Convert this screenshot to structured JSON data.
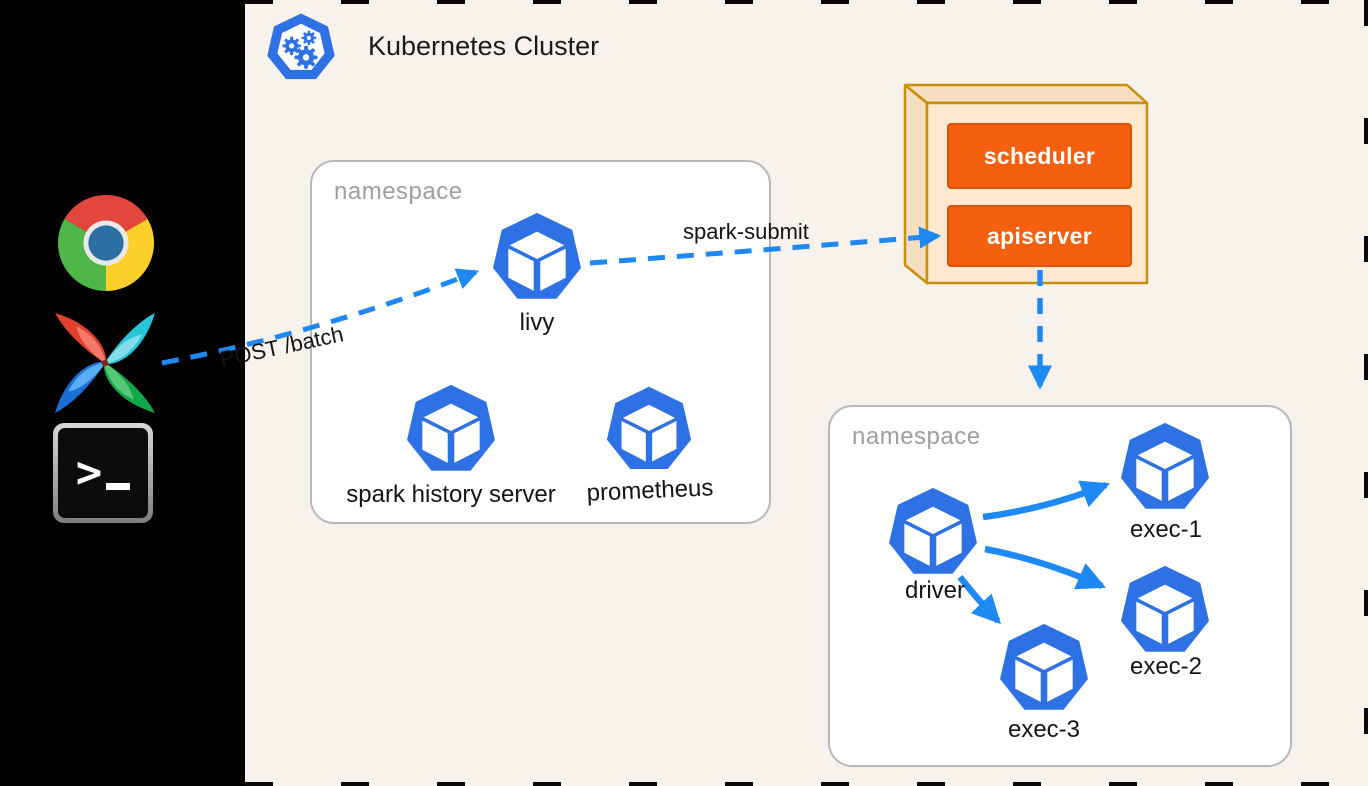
{
  "header": {
    "title": "Kubernetes Cluster",
    "icon": "kubernetes-logo"
  },
  "clients": [
    {
      "icon": "chrome-icon"
    },
    {
      "icon": "airflow-icon"
    },
    {
      "icon": "terminal-icon",
      "prompt": ">"
    }
  ],
  "namespaces": [
    {
      "label": "namespace",
      "pods": [
        {
          "label": "livy",
          "icon": "k8s-pod-icon"
        },
        {
          "label": "spark history server",
          "icon": "k8s-pod-icon"
        },
        {
          "label": "prometheus",
          "icon": "k8s-pod-icon"
        }
      ]
    },
    {
      "label": "namespace",
      "pods": [
        {
          "label": "driver",
          "icon": "k8s-pod-icon"
        },
        {
          "label": "exec-1",
          "icon": "k8s-pod-icon"
        },
        {
          "label": "exec-2",
          "icon": "k8s-pod-icon"
        },
        {
          "label": "exec-3",
          "icon": "k8s-pod-icon"
        }
      ]
    }
  ],
  "control_plane": {
    "components": [
      {
        "label": "scheduler"
      },
      {
        "label": "apiserver"
      }
    ]
  },
  "edges": [
    {
      "from": "airflow",
      "to": "livy",
      "label": "POST /batch",
      "style": "dashed"
    },
    {
      "from": "livy",
      "to": "apiserver",
      "label": "spark-submit",
      "style": "dashed"
    },
    {
      "from": "apiserver",
      "to": "namespace-2",
      "label": "",
      "style": "dashed"
    },
    {
      "from": "driver",
      "to": "exec-1",
      "label": "",
      "style": "solid"
    },
    {
      "from": "driver",
      "to": "exec-2",
      "label": "",
      "style": "solid"
    },
    {
      "from": "driver",
      "to": "exec-3",
      "label": "",
      "style": "solid"
    }
  ],
  "colors": {
    "background": "#000000",
    "panel": "#f8f2ec",
    "pod_blue": "#2e71e4",
    "arrow_blue": "#1e88f5",
    "namespace_border": "#b9b9b9",
    "namespace_label": "#9e9e9e",
    "control_plane_fill": "#fce9d0",
    "control_plane_side_fill": "#f6dec3",
    "control_plane_border": "#c98f0c",
    "component_orange": "#f4600d"
  }
}
